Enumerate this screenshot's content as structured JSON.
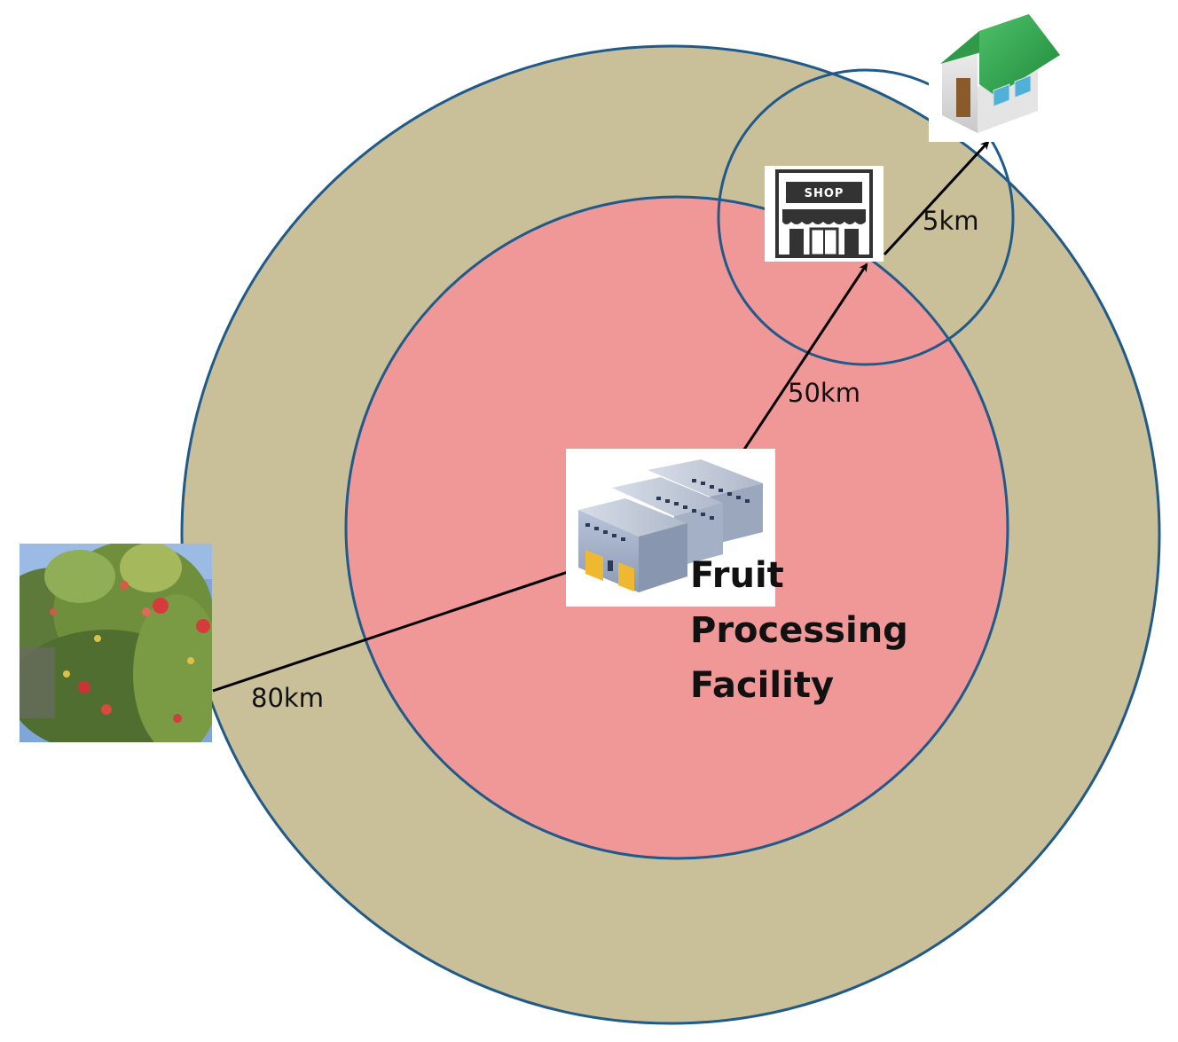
{
  "diagram": {
    "facility_label_lines": [
      "Fruit",
      "Processing",
      "Facility"
    ],
    "distances": {
      "orchard_to_facility": "80km",
      "facility_to_shop": "50km",
      "shop_to_home": "5km"
    },
    "shop_sign": "SHOP",
    "colors": {
      "outer_ring": "#c9bf98",
      "inner_circle": "#f09797",
      "circle_stroke": "#1f5a8a",
      "arrow": "#000000"
    },
    "icons": [
      "orchard-photo",
      "factory-icon",
      "shop-icon",
      "house-icon"
    ]
  }
}
